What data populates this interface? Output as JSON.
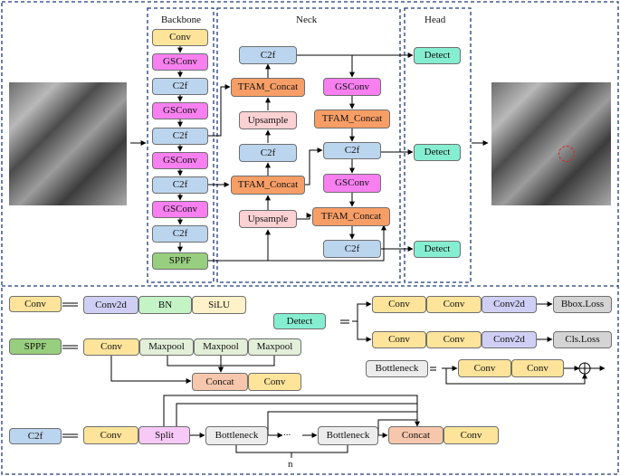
{
  "sections": {
    "backbone": "Backbone",
    "neck": "Neck",
    "head": "Head"
  },
  "backbone": [
    "Conv",
    "GSConv",
    "C2f",
    "GSConv",
    "C2f",
    "GSConv",
    "C2f",
    "GSConv",
    "C2f",
    "SPPF"
  ],
  "neck": {
    "c2f": "C2f",
    "tfam": "TFAM_Concat",
    "gsconv": "GSConv",
    "upsample": "Upsample"
  },
  "head": {
    "detect": "Detect"
  },
  "legend": {
    "eq": "=",
    "conv": {
      "name": "Conv",
      "parts": [
        "Conv2d",
        "BN",
        "SiLU"
      ]
    },
    "sppf": {
      "name": "SPPF",
      "parts": [
        "Conv",
        "Maxpool",
        "Maxpool",
        "Maxpool"
      ],
      "tail": [
        "Concat",
        "Conv"
      ]
    },
    "c2f": {
      "name": "C2f",
      "parts": [
        "Conv",
        "Split",
        "Bottleneck",
        "...",
        "Bottleneck",
        "Concat",
        "Conv"
      ],
      "n": "n"
    },
    "detect": {
      "name": "Detect",
      "branch1": [
        "Conv",
        "Conv",
        "Conv2d",
        "Bbox.Loss"
      ],
      "branch2": [
        "Conv",
        "Conv",
        "Conv2d",
        "Cls.Loss"
      ]
    },
    "bottleneck": {
      "name": "Bottleneck",
      "parts": [
        "Conv",
        "Conv"
      ],
      "plus": "+"
    }
  }
}
